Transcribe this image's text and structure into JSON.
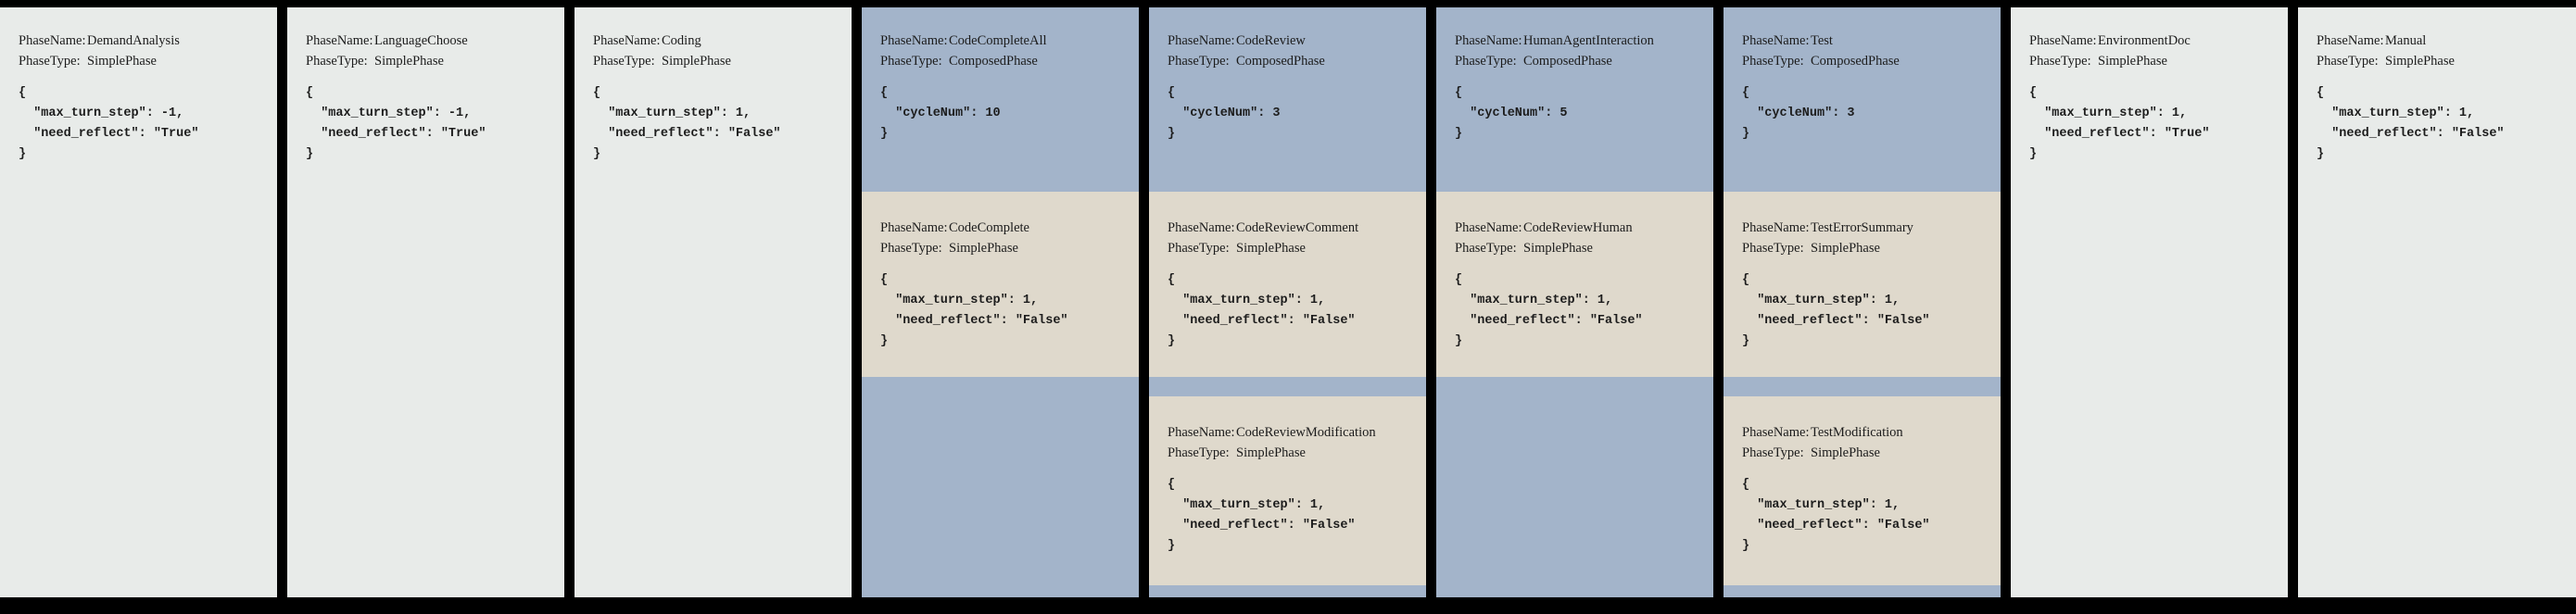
{
  "colors": {
    "background": "#000000",
    "simple_phase_bg": "#e8ebe9",
    "composed_phase_bg": "#a3b4ca",
    "subphase_bg": "#dfd9cc",
    "text": "#1c1c1c"
  },
  "labels": {
    "phase_name": "PhaseName:",
    "phase_type": "PhaseType:"
  },
  "phases": [
    {
      "name": "DemandAnalysis",
      "type": "SimplePhase",
      "config": "{\n  \"max_turn_step\": -1,\n  \"need_reflect\": \"True\"\n}"
    },
    {
      "name": "LanguageChoose",
      "type": "SimplePhase",
      "config": "{\n  \"max_turn_step\": -1,\n  \"need_reflect\": \"True\"\n}"
    },
    {
      "name": "Coding",
      "type": "SimplePhase",
      "config": "{\n  \"max_turn_step\": 1,\n  \"need_reflect\": \"False\"\n}"
    },
    {
      "name": "CodeCompleteAll",
      "type": "ComposedPhase",
      "config": "{\n  \"cycleNum\": 10\n}",
      "subphases": [
        {
          "name": "CodeComplete",
          "type": "SimplePhase",
          "config": "{\n  \"max_turn_step\": 1,\n  \"need_reflect\": \"False\"\n}"
        }
      ]
    },
    {
      "name": "CodeReview",
      "type": "ComposedPhase",
      "config": "{\n  \"cycleNum\": 3\n}",
      "subphases": [
        {
          "name": "CodeReviewComment",
          "type": "SimplePhase",
          "config": "{\n  \"max_turn_step\": 1,\n  \"need_reflect\": \"False\"\n}"
        },
        {
          "name": "CodeReviewModification",
          "type": "SimplePhase",
          "config": "{\n  \"max_turn_step\": 1,\n  \"need_reflect\": \"False\"\n}"
        }
      ]
    },
    {
      "name": "HumanAgentInteraction",
      "type": "ComposedPhase",
      "config": "{\n  \"cycleNum\": 5\n}",
      "subphases": [
        {
          "name": "CodeReviewHuman",
          "type": "SimplePhase",
          "config": "{\n  \"max_turn_step\": 1,\n  \"need_reflect\": \"False\"\n}"
        }
      ]
    },
    {
      "name": "Test",
      "type": "ComposedPhase",
      "config": "{\n  \"cycleNum\": 3\n}",
      "subphases": [
        {
          "name": "TestErrorSummary",
          "type": "SimplePhase",
          "config": "{\n  \"max_turn_step\": 1,\n  \"need_reflect\": \"False\"\n}"
        },
        {
          "name": "TestModification",
          "type": "SimplePhase",
          "config": "{\n  \"max_turn_step\": 1,\n  \"need_reflect\": \"False\"\n}"
        }
      ]
    },
    {
      "name": "EnvironmentDoc",
      "type": "SimplePhase",
      "config": "{\n  \"max_turn_step\": 1,\n  \"need_reflect\": \"True\"\n}"
    },
    {
      "name": "Manual",
      "type": "SimplePhase",
      "config": "{\n  \"max_turn_step\": 1,\n  \"need_reflect\": \"False\"\n}"
    }
  ]
}
